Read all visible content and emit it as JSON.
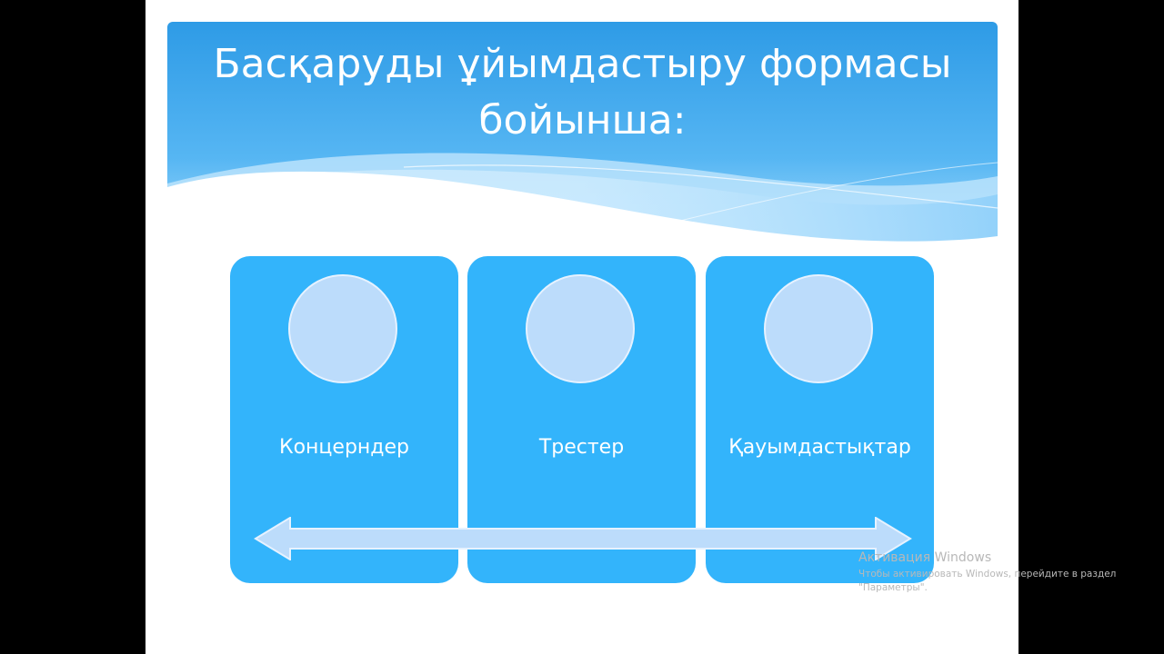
{
  "slide": {
    "title": "Басқаруды ұйымдастыру формасы бойынша:",
    "cards": [
      {
        "label": "Концерндер"
      },
      {
        "label": "Трестер"
      },
      {
        "label": "Қауымдастықтар"
      }
    ]
  },
  "watermark": {
    "title": "Активация Windows",
    "line1": "Чтобы активировать Windows, перейдите в раздел",
    "line2": "\"Параметры\"."
  },
  "colors": {
    "background": "#000000",
    "slide": "#ffffff",
    "header_blue": "#2f9de8",
    "card_blue": "#33b4fb",
    "circle_fill": "#bcdcfb",
    "arrow_fill": "#bcdcfb"
  }
}
